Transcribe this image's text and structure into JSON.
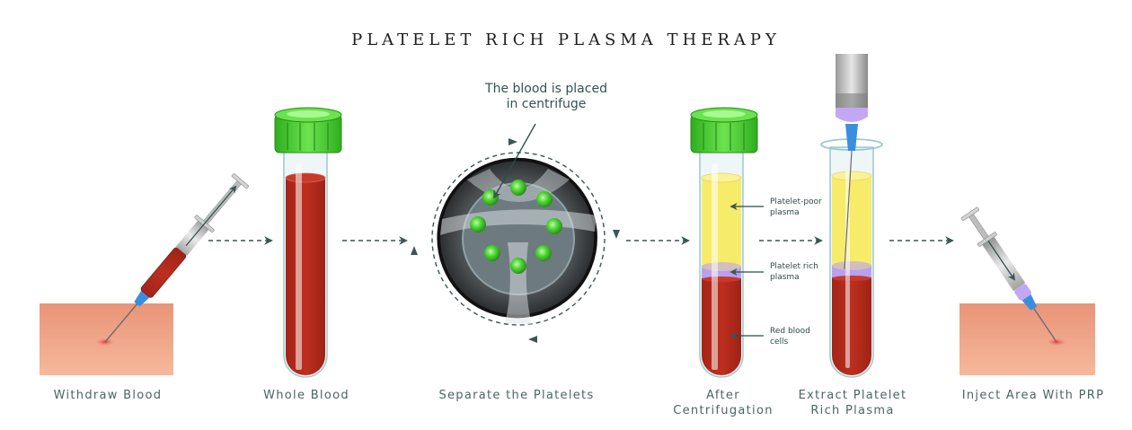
{
  "title": "PLATELET RICH PLASMA THERAPY",
  "steps": [
    {
      "label": "Withdraw Blood"
    },
    {
      "label": "Whole Blood"
    },
    {
      "label": "Separate the Platelets"
    },
    {
      "label_line1": "After",
      "label_line2": "Centrifugation"
    },
    {
      "label_line1": "Extract Platelet",
      "label_line2": "Rich Plasma"
    },
    {
      "label": "Inject Area With PRP"
    }
  ],
  "centrifuge_callout": {
    "line1": "The blood is placed",
    "line2": "in centrifuge"
  },
  "layers": [
    {
      "line1": "Platelet-poor",
      "line2": "plasma"
    },
    {
      "line1": "Platelet rich",
      "line2": "plasma"
    },
    {
      "line1": "Red blood",
      "line2": "cells"
    }
  ],
  "colors": {
    "blood": "#b32a1d",
    "plasma": "#f7ec6a",
    "prp": "#b9a0f0",
    "cap": "#4fd13a",
    "skin": "#f3a98a",
    "arrow": "#3c5656",
    "label_text": "#4b6563"
  }
}
